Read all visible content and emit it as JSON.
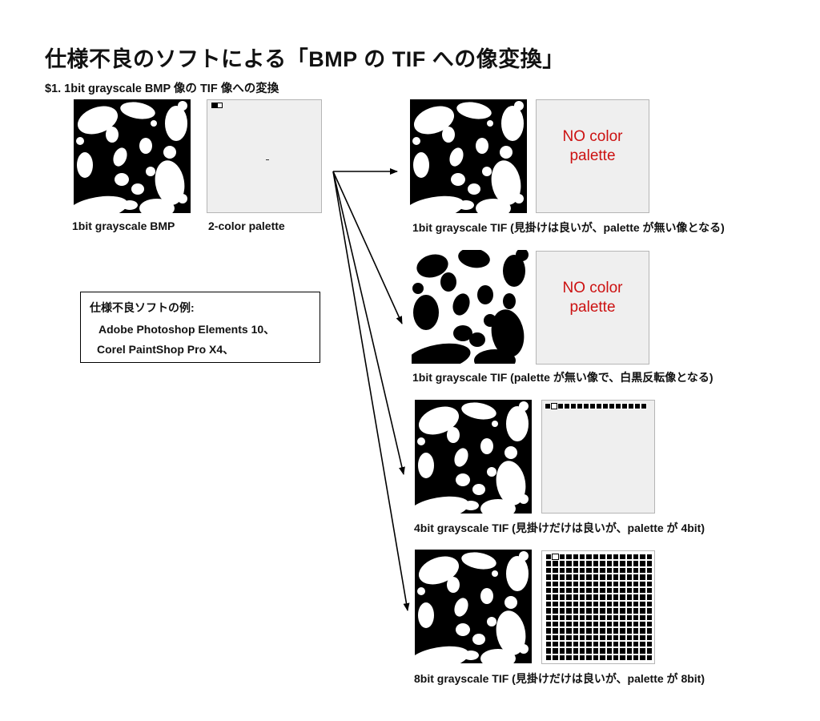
{
  "title": "仕様不良のソフトによる「BMP の TIF への像変換」",
  "subtitle": "$1. 1bit grayscale BMP 像の TIF 像への変換",
  "source": {
    "image_caption": "1bit grayscale BMP",
    "palette_caption": "2-color palette"
  },
  "note_box": {
    "heading": "仕様不良ソフトの例:",
    "items": [
      "Adobe Photoshop Elements 10、",
      "Corel PaintShop Pro X4、"
    ]
  },
  "results": [
    {
      "caption": "1bit grayscale TIF (見掛けは良いが、palette が無い像となる)",
      "palette_text_line1": "NO color",
      "palette_text_line2": "palette"
    },
    {
      "caption": "1bit grayscale TIF (palette が無い像で、白黒反転像となる)",
      "palette_text_line1": "NO color",
      "palette_text_line2": "palette"
    },
    {
      "caption": "4bit grayscale TIF (見掛けだけは良いが、palette が 4bit)"
    },
    {
      "caption": "8bit grayscale TIF (見掛けだけは良いが、palette が 8bit)"
    }
  ],
  "colors": {
    "arrow": "#000000",
    "no_palette_text": "#cc1111",
    "palette_bg": "#efefef"
  }
}
